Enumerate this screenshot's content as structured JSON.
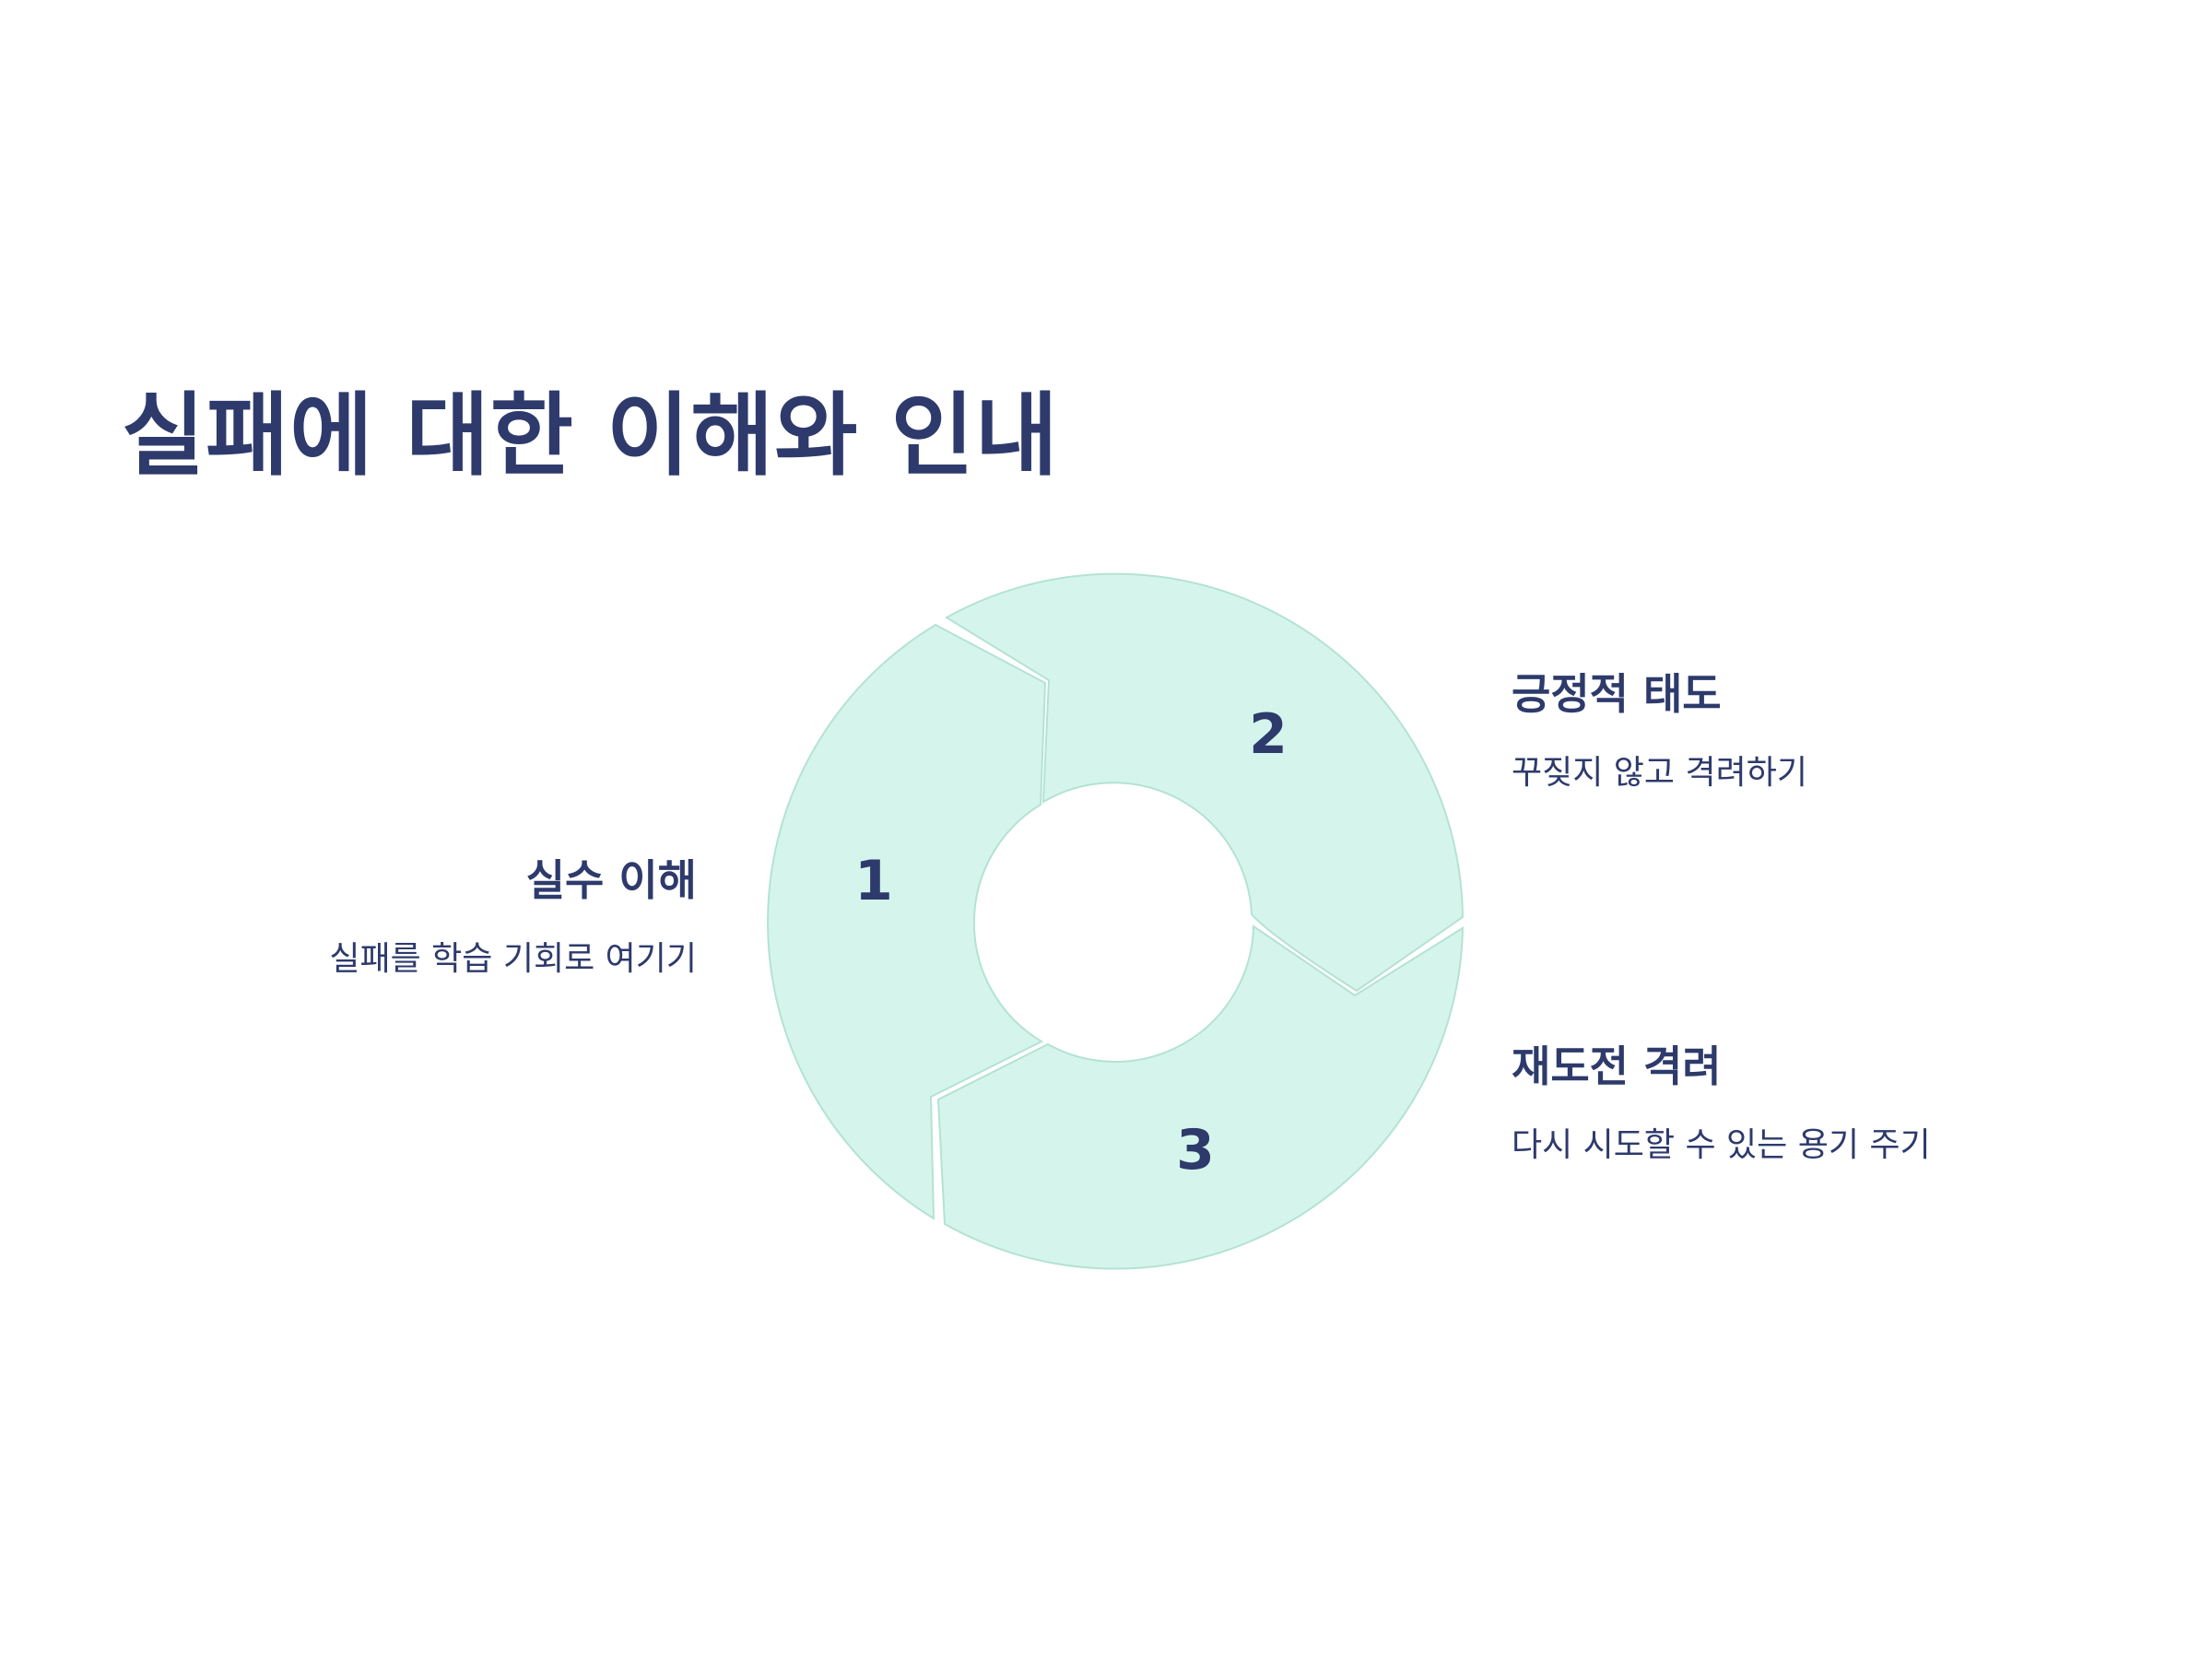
{
  "title": "실패에 대한 이해와 인내",
  "colors": {
    "segment_fill": "#d5f5ec",
    "segment_stroke": "#b4e2d3",
    "text": "#2d3a6b",
    "background": "#ffffff"
  },
  "steps": [
    {
      "number": "1",
      "title": "실수 이해",
      "description": "실패를 학습 기회로 여기기"
    },
    {
      "number": "2",
      "title": "긍정적 태도",
      "description": "꾸짖지 않고 격려하기"
    },
    {
      "number": "3",
      "title": "재도전 격려",
      "description": "다시 시도할 수 있는 용기 주기"
    }
  ]
}
